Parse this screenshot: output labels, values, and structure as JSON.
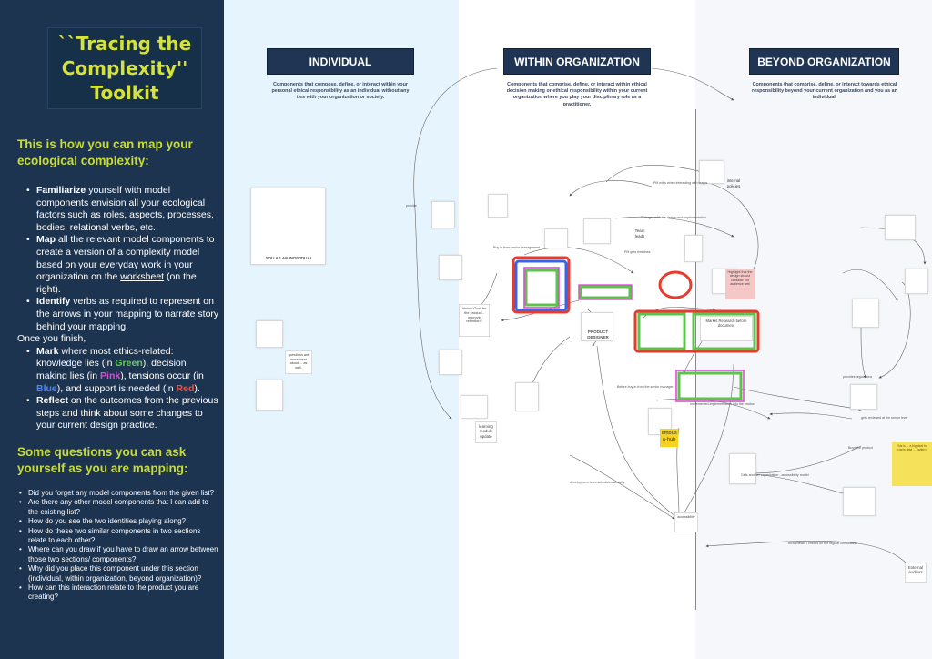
{
  "sidebar": {
    "title": "``Tracing the Complexity'' Toolkit",
    "map_heading": "This is how you can map your ecological complexity:",
    "steps": {
      "familiarize_b": "Familiarize",
      "familiarize_t": " yourself with model components envision all your ecological factors such as roles, aspects, processes, bodies, relational verbs, etc.",
      "map_b": "Map",
      "map_t1": " all the relevant model components to create a version of a complexity model based on your everyday work in your organization on the ",
      "map_link": "worksheet",
      "map_t2": " (on the right).",
      "identify_b": "Identify",
      "identify_t": " verbs as required to represent on the arrows in your mapping to narrate story behind your mapping.",
      "once": "Once you finish,",
      "mark_b": "Mark",
      "mark_t1": " where most ethics-related: knowledge lies (in ",
      "mark_green": "Green",
      "mark_t2": "), decision making lies (in ",
      "mark_pink": "Pink",
      "mark_t3": "), tensions occur (in ",
      "mark_blue": "Blue",
      "mark_t4": "), and support is needed (in ",
      "mark_red": "Red",
      "mark_t5": ").",
      "reflect_b": "Reflect",
      "reflect_t": " on the outcomes from the previous steps and think about some changes to your current design practice."
    },
    "questions_heading": "Some questions you can ask yourself as you are mapping:",
    "questions": [
      "Did you forget any model components from the given list?",
      "Are there any other model components that I can add to the existing list?",
      "How do you see the two identities playing along?",
      "How do these two similar components in two sections relate to each other?",
      "Where can you draw if you have to draw an arrow between those two sections/ components?",
      "Why did you place this component under this section (individual, within organization, beyond organization)?",
      "How can this interaction relate to the product you are creating?"
    ]
  },
  "sections": {
    "individual": {
      "title": "INDIVIDUAL",
      "description": "Components that compose, define, or interact within your personal ethical responsibility as an individual without any ties with your organization or society."
    },
    "within": {
      "title": "WITHIN ORGANIZATION",
      "description": "Components that comprise, define, or interact within ethical decision making or ethical responsibility within your current organization where you play your disciplinary role as a practitioner."
    },
    "beyond": {
      "title": "BEYOND ORGANIZATION",
      "description": "Components that comprise, define, or interact towards ethical responsibility beyond your current organization and you as an individual."
    }
  },
  "diagram": {
    "you_as_individual": "YOU AS AN INDIVIDUAL",
    "internal_policies": "internal policies",
    "teams_leads": "Team leads",
    "vision_goal": "Vision/ Goal for the product - improve retention?",
    "learning_module": "learning module update",
    "limbus": "limbus a-hub",
    "external_auditors": "External auditors",
    "pm_reiterates": "PM gets timelines",
    "changes_label": "Changes with the design and implementation",
    "pm_edits": "PM edits when interacting with teams",
    "provide_label": "provide",
    "buy_in_label": "Buy-in from senior management",
    "product_designer": "PRODUCT DESIGNER",
    "market_research": "Market Research before document",
    "pink_note": "Highlight that the design should consider our audience well",
    "development_label": "development team schedules security",
    "tech_checks": "tech checks / checks on the regular certification",
    "before_buy_in": "Before buy-in from the senior manager",
    "provides_regulations": "provides regulations",
    "accessibility": "accessibility",
    "another_org": "Gets another organization - accessibility model",
    "buys_product": "Buys the product",
    "yellow_note": "This is ... a big deal for users data ... pattern",
    "questions_note": "questions are more clear about ... as well.",
    "eng_review": "gets reviewed at the senior level",
    "implementation": "implemented implementation into the product"
  }
}
